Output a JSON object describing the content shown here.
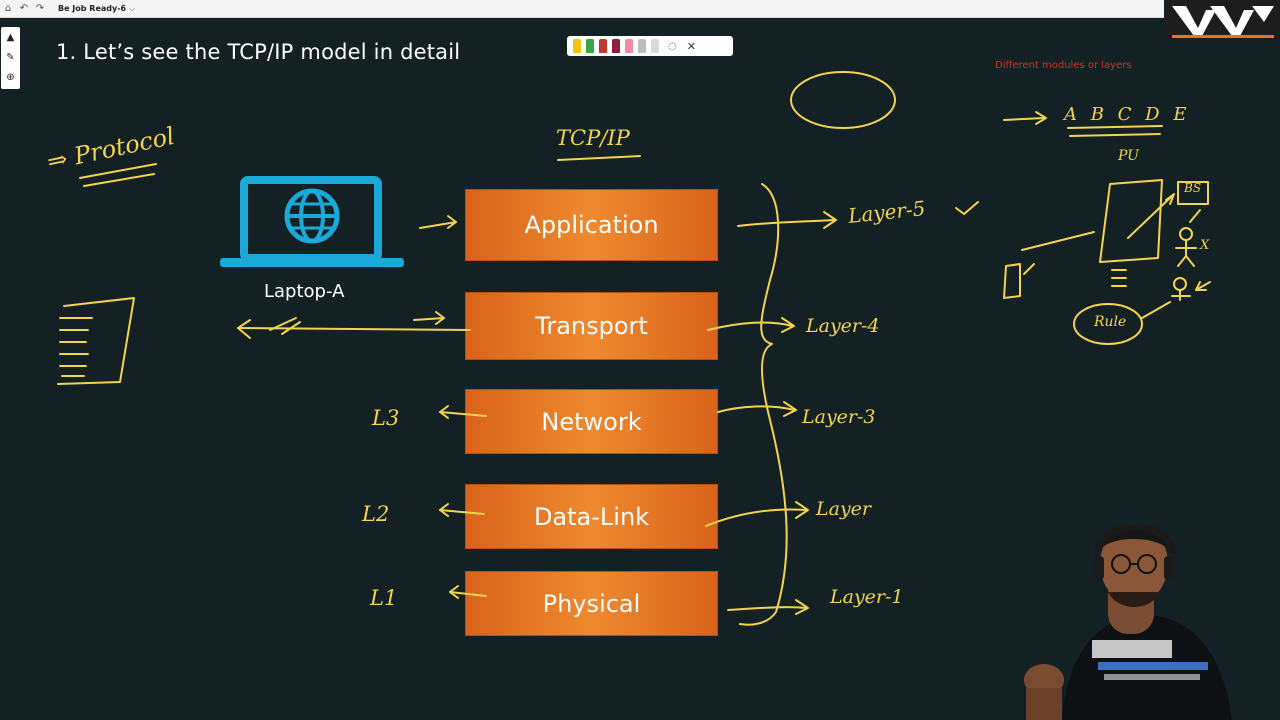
{
  "toolbar": {
    "home_icon": "home-icon",
    "undo_icon": "undo-icon",
    "redo_icon": "redo-icon",
    "doc_title": "Be Job Ready-6",
    "chevron": "⌵"
  },
  "slide": {
    "heading": "1. Let’s see the TCP/IP model in detail",
    "side_note": "Different modules or layers",
    "model_title": "TCP/IP",
    "laptop_label": "Laptop-A",
    "layers": [
      {
        "name": "Application"
      },
      {
        "name": "Transport"
      },
      {
        "name": "Network"
      },
      {
        "name": "Data-Link"
      },
      {
        "name": "Physical"
      }
    ]
  },
  "annotations": {
    "protocol": "⇒ Protocol",
    "layer5": "Layer-5",
    "layer4": "Layer-4",
    "layer3": "Layer-3",
    "layer2": "Layer",
    "layer1": "Layer-1",
    "l3": "L3",
    "l2": "L2",
    "l1": "L1",
    "letters": "A B C D E",
    "pu": "PU",
    "bs": "BS",
    "x": "X",
    "rule": "Rule"
  },
  "colors": {
    "background": "#132024",
    "layer_box": "#e5761f",
    "ink": "#f3d54d",
    "laptop": "#1aa9d9",
    "note": "#d3312a"
  }
}
